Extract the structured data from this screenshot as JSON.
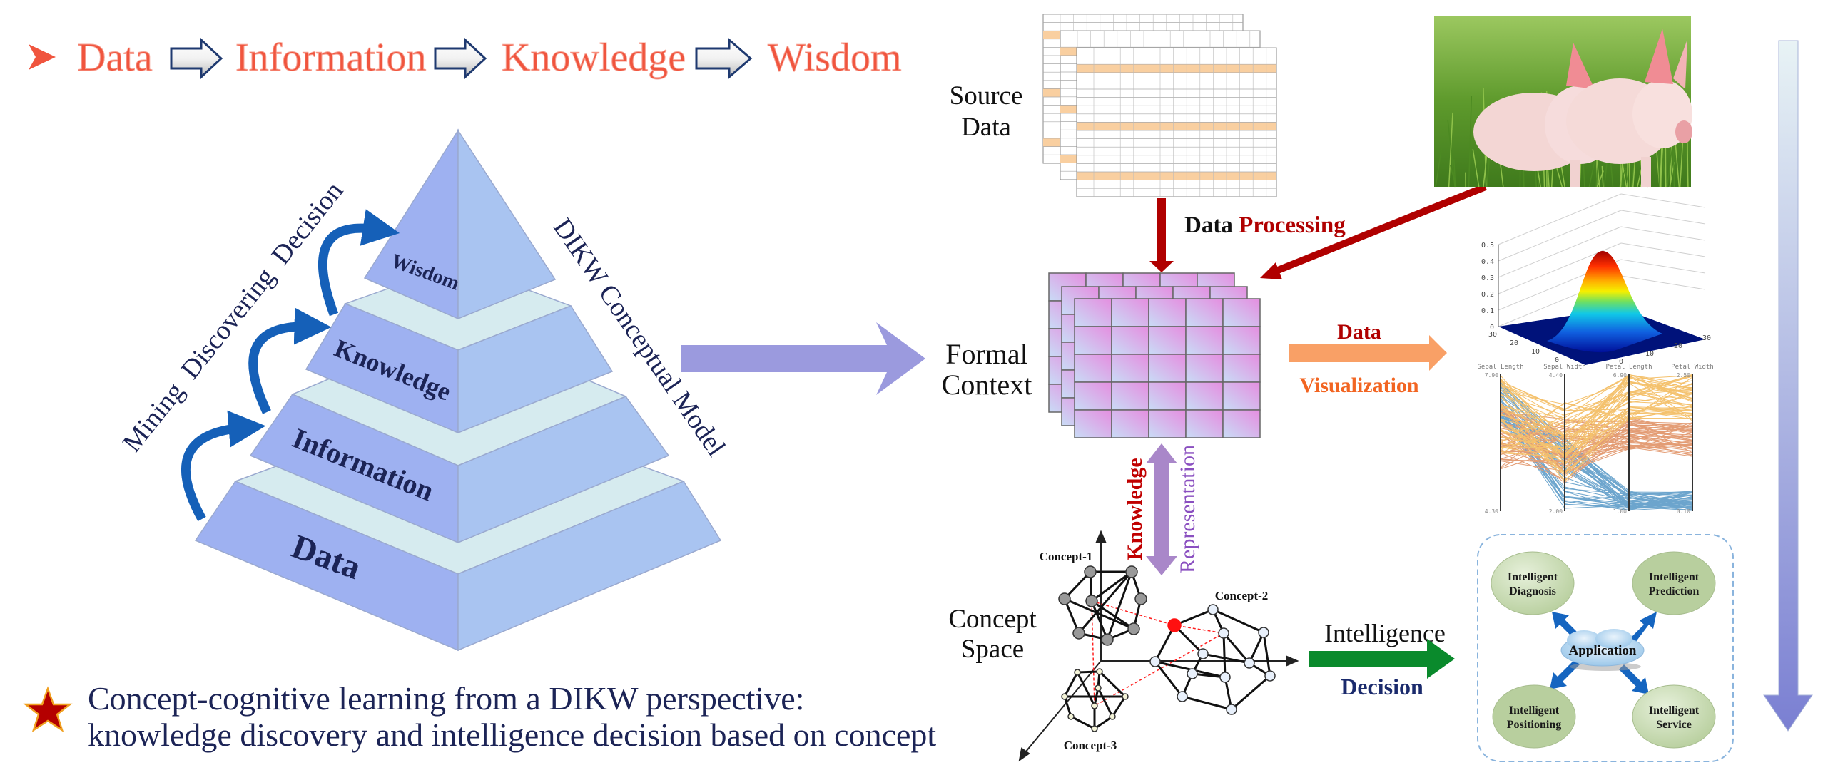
{
  "header": {
    "bullet_icon": "arrow-bullet-icon",
    "steps": [
      "Data",
      "Information",
      "Knowledge",
      "Wisdom"
    ],
    "arrow_icon": "block-arrow-right-icon",
    "color": "#f0553e"
  },
  "pyramid": {
    "tiers": {
      "wisdom": "Wisdom",
      "knowledge": "Knowledge",
      "information": "Information",
      "data": "Data"
    },
    "left_label": "Mining  Discovering  Decision",
    "right_label": "DIKW Conceptual Model",
    "colors": {
      "left_face": "#9eb1f1",
      "right_face": "#a9c4f1",
      "top_face": "#d6ebef",
      "curved_arrow": "#1560b8"
    }
  },
  "caption": {
    "star_icon": "red-star-icon",
    "line1": "Concept-cognitive learning from a DIKW perspective:",
    "line2": "knowledge discovery and intelligence decision based on concept"
  },
  "pipeline": {
    "source_data": {
      "line1": "Source",
      "line2": "Data"
    },
    "data_processing": {
      "part1": "Data",
      "part2": "Processing"
    },
    "formal_context": {
      "line1": "Formal",
      "line2": "Context"
    },
    "data_visualization": {
      "line1": "Data",
      "line2": "Visualization"
    },
    "knowledge_representation": {
      "line1": "Knowledge",
      "line2": "Representation"
    },
    "concept_space": {
      "line1": "Concept",
      "line2": "Space"
    },
    "concepts": [
      "Concept-1",
      "Concept-2",
      "Concept-3"
    ],
    "intelligence_decision": {
      "line1": "Intelligence",
      "line2": "Decision"
    },
    "colors": {
      "red_arrow": "#b00000",
      "orange_arrow": "#f9a066",
      "green_arrow": "#0a8a2c",
      "purple_arrow": "#9b9ade",
      "kr_arrow": "#a987c9"
    }
  },
  "surface_plot": {
    "z_ticks": [
      "0",
      "0.1",
      "0.2",
      "0.3",
      "0.4",
      "0.5"
    ],
    "left_ticks": [
      "30",
      "20",
      "10",
      "0"
    ],
    "right_ticks": [
      "0",
      "10",
      "20",
      "30"
    ]
  },
  "parallel_plot": {
    "axes": [
      "Sepal Length",
      "Sepal Width",
      "Petal Length",
      "Petal Width"
    ],
    "top_ticks": [
      "7.90",
      "4.40",
      "6.90",
      "2.50"
    ],
    "bottom_ticks": [
      "4.30",
      "2.00",
      "1.00",
      "0.10"
    ]
  },
  "application": {
    "center": "Application",
    "items": [
      {
        "line1": "Intelligent",
        "line2": "Diagnosis"
      },
      {
        "line1": "Intelligent",
        "line2": "Prediction"
      },
      {
        "line1": "Intelligent",
        "line2": "Positioning"
      },
      {
        "line1": "Intelligent",
        "line2": "Service"
      }
    ]
  },
  "photo": {
    "subject": "pigs-in-grass-photo"
  }
}
